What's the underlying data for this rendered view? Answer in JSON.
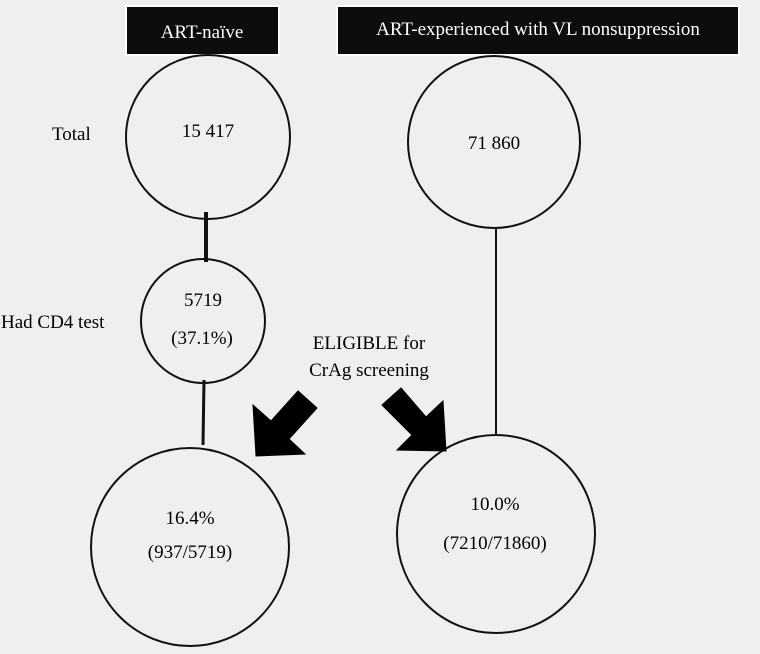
{
  "headers": {
    "left": "ART-naïve",
    "right": "ART-experienced with VL nonsuppression"
  },
  "row_labels": {
    "total": "Total",
    "cd4": "Had CD4 test"
  },
  "nodes": {
    "left_total": {
      "line1": "15 417"
    },
    "left_cd4": {
      "line1": "5719",
      "line2": "(37.1%)"
    },
    "left_eligible": {
      "line1": "16.4%",
      "line2": "(937/5719)"
    },
    "right_total": {
      "line1": "71 860"
    },
    "right_eligible": {
      "line1": "10.0%",
      "line2": "(7210/71860)"
    }
  },
  "eligible_label": {
    "line1": "ELIGIBLE for",
    "line2": "CrAg screening"
  },
  "icons": {
    "left_arrow": "arrow-down-left-icon",
    "right_arrow": "arrow-down-right-icon"
  },
  "colors": {
    "background": "#efefef",
    "header_fill": "#0d0d0d",
    "header_text": "#ffffff",
    "stroke": "#111111"
  }
}
